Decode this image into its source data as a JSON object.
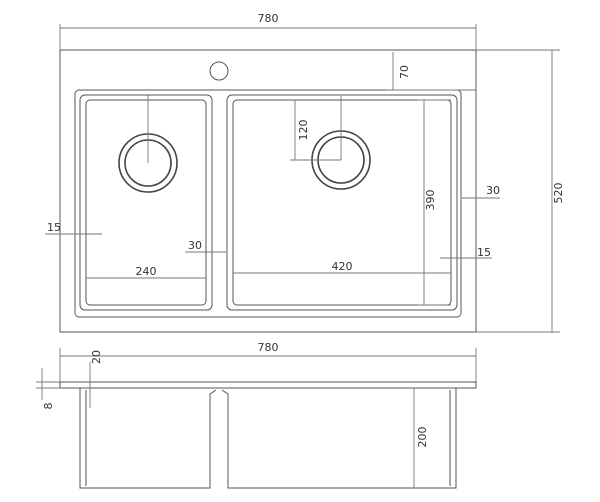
{
  "colors": {
    "line": "#555555",
    "dimension": "#777777",
    "text": "#333333",
    "background": "#ffffff"
  },
  "dimensions": {
    "top_width": "780",
    "top_offset": "70",
    "hole_offset": "120",
    "inner_height": "390",
    "right_gap": "30",
    "overall_height": "520",
    "left_wall": "15",
    "divider_gap": "30",
    "right_wall": "15",
    "left_bowl_width": "240",
    "right_bowl_width": "420",
    "side_width": "780",
    "lip_height": "20",
    "rim_thickness": "8",
    "bowl_depth": "200"
  }
}
